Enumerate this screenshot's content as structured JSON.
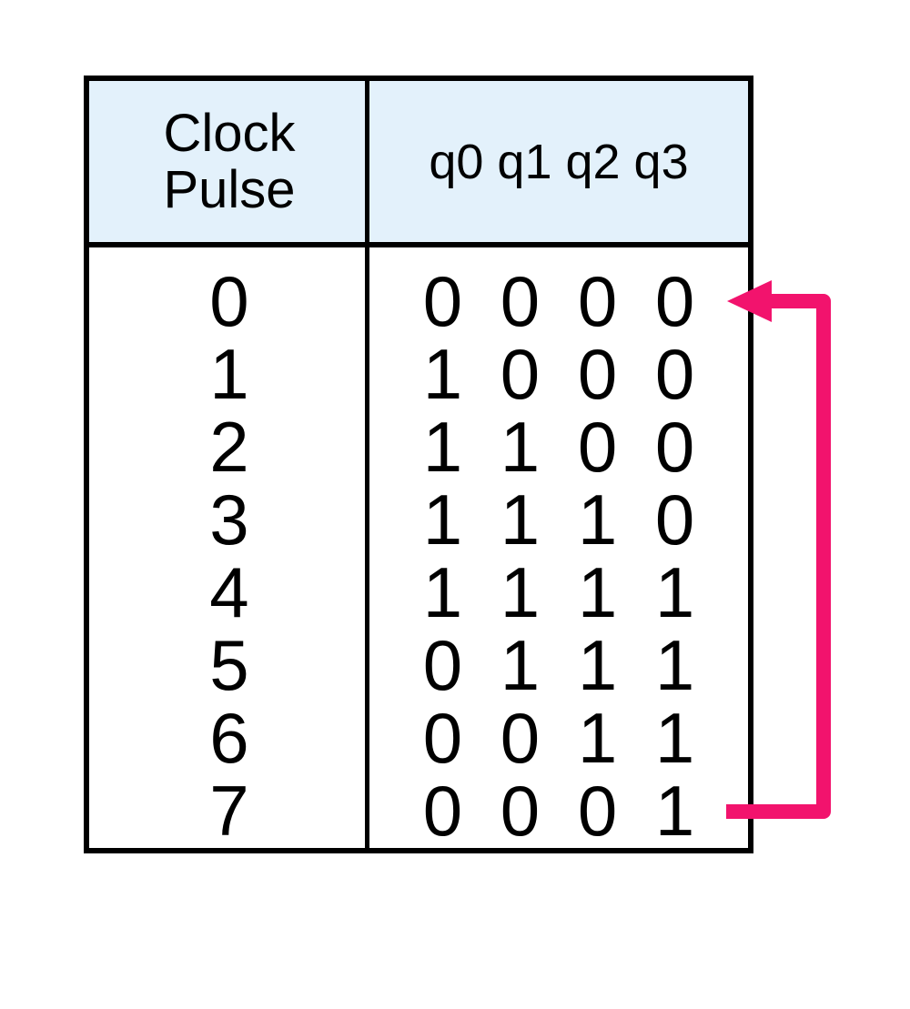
{
  "table": {
    "header": {
      "clock_col_line1": "Clock",
      "clock_col_line2": "Pulse",
      "bits_col": "q0 q1 q2 q3",
      "background_color": "#e3f1fb"
    },
    "rows": [
      {
        "pulse": "0",
        "bits": "0 0 0 0"
      },
      {
        "pulse": "1",
        "bits": "1 0 0 0"
      },
      {
        "pulse": "2",
        "bits": "1 1 0 0"
      },
      {
        "pulse": "3",
        "bits": "1 1 1 0"
      },
      {
        "pulse": "4",
        "bits": "1 1 1 1"
      },
      {
        "pulse": "5",
        "bits": "0 1 1 1"
      },
      {
        "pulse": "6",
        "bits": "0 0 1 1"
      },
      {
        "pulse": "7",
        "bits": "0 0 0 1"
      }
    ],
    "border_color": "#000000"
  },
  "arrow": {
    "color": "#f2136d",
    "from_row_pulse": "7",
    "to_row_pulse": "0",
    "direction": "loops from bottom row back up to top row"
  }
}
